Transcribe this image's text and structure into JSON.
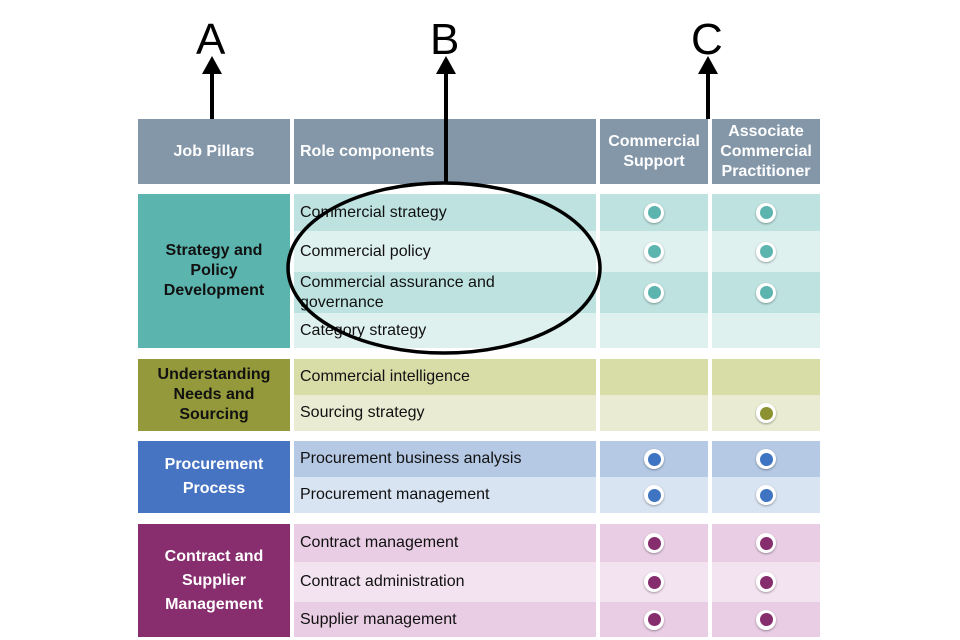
{
  "labels": {
    "a": "A",
    "b": "B",
    "c": "C"
  },
  "header": {
    "pillars": "Job Pillars",
    "roles": "Role components",
    "col1": "Commercial Support",
    "col2": "Associate Commercial Practitioner"
  },
  "colors": {
    "header_bg": "#8497a9",
    "teal": {
      "pillar": "#5bb5ae",
      "dark_row": "#bde2df",
      "light_row": "#dff1ef",
      "dot": "#5bb5ae"
    },
    "olive": {
      "pillar": "#949a3b",
      "dark_row": "#d8dda8",
      "light_row": "#e9ecd2",
      "dot": "#8c9232"
    },
    "blue": {
      "pillar": "#4673c2",
      "dark_row": "#b5c9e4",
      "light_row": "#d9e4f2",
      "dot": "#3e74c2"
    },
    "purple": {
      "pillar": "#882e6f",
      "dark_row": "#e9cde4",
      "light_row": "#f3e3f0",
      "dot": "#862d6e"
    }
  },
  "pillars": [
    {
      "name": "Strategy and Policy Development",
      "lines": [
        "Strategy and",
        "Policy",
        "Development"
      ],
      "theme": "teal",
      "components": [
        {
          "label": "Commercial strategy",
          "commercial_support": true,
          "associate_commercial_practitioner": true
        },
        {
          "label": "Commercial policy",
          "commercial_support": true,
          "associate_commercial_practitioner": true
        },
        {
          "label": "Commercial assurance and governance",
          "commercial_support": true,
          "associate_commercial_practitioner": true
        },
        {
          "label": "Category strategy",
          "commercial_support": false,
          "associate_commercial_practitioner": false
        }
      ]
    },
    {
      "name": "Understanding Needs and Sourcing",
      "lines": [
        "Understanding",
        "Needs and",
        "Sourcing"
      ],
      "theme": "olive",
      "components": [
        {
          "label": "Commercial intelligence",
          "commercial_support": false,
          "associate_commercial_practitioner": false
        },
        {
          "label": "Sourcing strategy",
          "commercial_support": false,
          "associate_commercial_practitioner": true
        }
      ]
    },
    {
      "name": "Procurement Process",
      "lines": [
        "Procurement",
        "Process"
      ],
      "theme": "blue",
      "components": [
        {
          "label": "Procurement business analysis",
          "commercial_support": true,
          "associate_commercial_practitioner": true
        },
        {
          "label": "Procurement management",
          "commercial_support": true,
          "associate_commercial_practitioner": true
        }
      ]
    },
    {
      "name": "Contract and Supplier Management",
      "lines": [
        "Contract and",
        "Supplier",
        "Management"
      ],
      "theme": "purple",
      "components": [
        {
          "label": "Contract management",
          "commercial_support": true,
          "associate_commercial_practitioner": true
        },
        {
          "label": "Contract administration",
          "commercial_support": true,
          "associate_commercial_practitioner": true
        },
        {
          "label": "Supplier management",
          "commercial_support": true,
          "associate_commercial_practitioner": true
        }
      ]
    }
  ],
  "annotations": {
    "arrow_a_target": "Job Pillars",
    "arrow_b_target": "Role components",
    "arrow_c_target": "Commercial Support",
    "highlight_ellipse_around": [
      "Commercial strategy",
      "Commercial policy",
      "Commercial assurance and governance",
      "Category strategy"
    ]
  }
}
